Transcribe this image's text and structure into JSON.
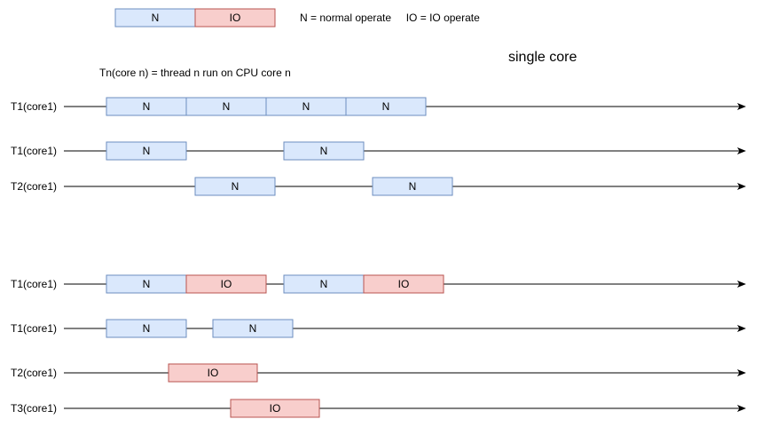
{
  "legend": {
    "items": [
      {
        "label": "N",
        "kind": "N"
      },
      {
        "label": "IO",
        "kind": "IO"
      }
    ],
    "description": "N = normal operate     IO = IO operate"
  },
  "annotations": {
    "title": "single core",
    "note": "Tn(core n) = thread n run on CPU core n"
  },
  "colors": {
    "N_fill": "#dae8fc",
    "N_stroke": "#6c8ebf",
    "IO_fill": "#f8cecc",
    "IO_stroke": "#b85450",
    "line": "#000000"
  },
  "timelines": [
    {
      "label": "T1(core1)",
      "blocks": [
        {
          "label": "N",
          "kind": "N"
        },
        {
          "label": "N",
          "kind": "N"
        },
        {
          "label": "N",
          "kind": "N"
        },
        {
          "label": "N",
          "kind": "N"
        }
      ]
    },
    {
      "label": "T1(core1)",
      "blocks": [
        {
          "label": "N",
          "kind": "N"
        },
        {
          "label": "N",
          "kind": "N"
        }
      ]
    },
    {
      "label": "T2(core1)",
      "blocks": [
        {
          "label": "N",
          "kind": "N"
        },
        {
          "label": "N",
          "kind": "N"
        }
      ]
    },
    {
      "label": "T1(core1)",
      "blocks": [
        {
          "label": "N",
          "kind": "N"
        },
        {
          "label": "IO",
          "kind": "IO"
        },
        {
          "label": "N",
          "kind": "N"
        },
        {
          "label": "IO",
          "kind": "IO"
        }
      ]
    },
    {
      "label": "T1(core1)",
      "blocks": [
        {
          "label": "N",
          "kind": "N"
        },
        {
          "label": "N",
          "kind": "N"
        }
      ]
    },
    {
      "label": "T2(core1)",
      "blocks": [
        {
          "label": "IO",
          "kind": "IO"
        }
      ]
    },
    {
      "label": "T3(core1)",
      "blocks": [
        {
          "label": "IO",
          "kind": "IO"
        }
      ]
    }
  ]
}
